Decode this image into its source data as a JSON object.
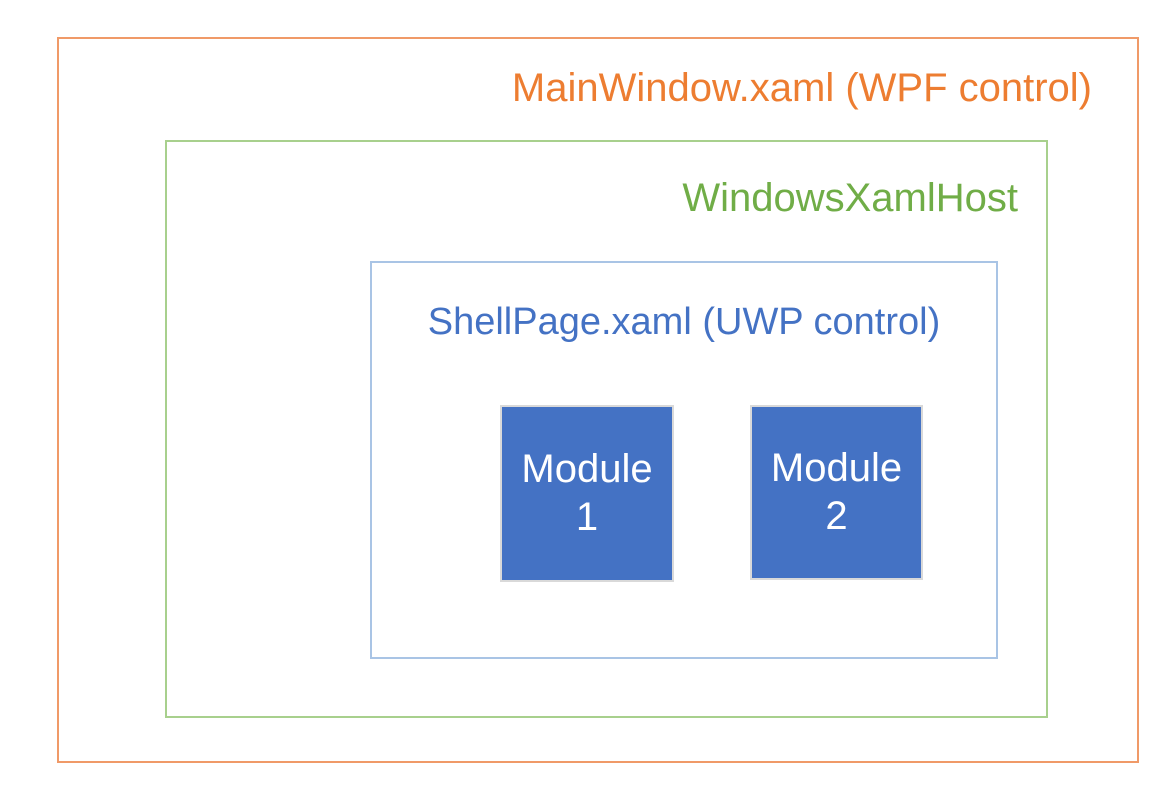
{
  "diagram": {
    "background_color": "#ffffff",
    "outer_box": {
      "label": "MainWindow.xaml (WPF control)",
      "text_color": "#ed7d31",
      "border_color": "#f09a68"
    },
    "host_box": {
      "label": "WindowsXamlHost",
      "text_color": "#70ad47",
      "border_color": "#a8d08d"
    },
    "shell_box": {
      "label": "ShellPage.xaml (UWP control)",
      "text_color": "#4472c4",
      "border_color": "#a9c4e5"
    },
    "modules": [
      {
        "label_line1": "Module",
        "label_line2": "1",
        "fill_color": "#4472c4",
        "border_color": "#d9d9d9",
        "text_color": "#ffffff"
      },
      {
        "label_line1": "Module",
        "label_line2": "2",
        "fill_color": "#4472c4",
        "border_color": "#d9d9d9",
        "text_color": "#ffffff"
      }
    ]
  }
}
